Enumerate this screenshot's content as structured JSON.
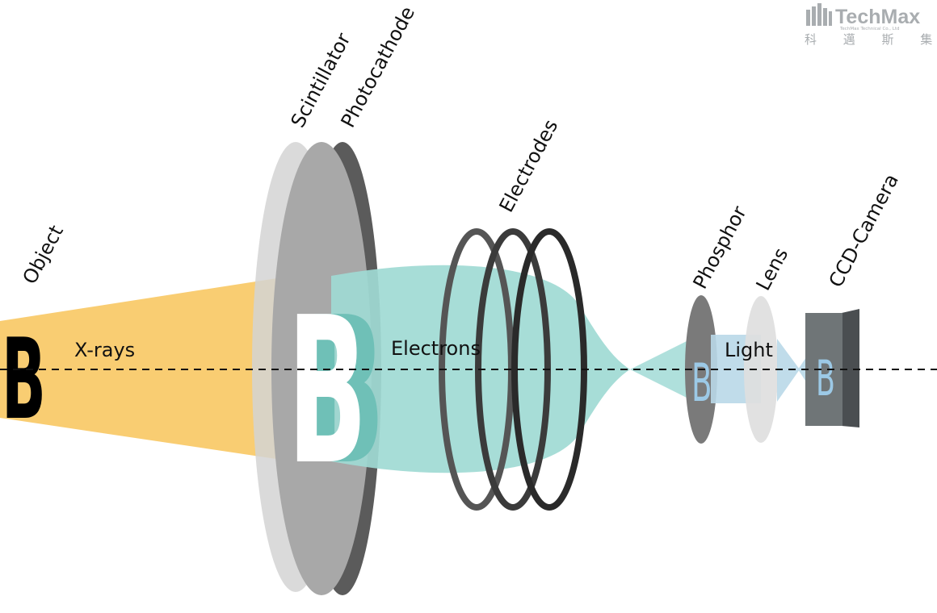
{
  "labels": {
    "object": "Object",
    "scintillator": "Scintillator",
    "photocathode": "Photocathode",
    "electrodes": "Electrodes",
    "phosphor": "Phosphor",
    "lens": "Lens",
    "ccd_camera": "CCD-Camera",
    "xrays": "X-rays",
    "electrons": "Electrons",
    "light": "Light"
  },
  "letter": "B",
  "logo": {
    "name": "TechMax",
    "subtitle": "TechMax Technical Co., Ltd",
    "cjk": "科 邁 斯 集 團"
  },
  "colors": {
    "xray_beam": "#f9c966",
    "electron_beam": "#a6ddd8",
    "light_beam": "#b9d8e8",
    "scintillator": "#d6d6d6",
    "photocathode": "#5e5e5e",
    "electrode_ring": "#2f2f2f",
    "phosphor": "#7a7a7a",
    "lens": "#dcdcdc",
    "ccd_camera": "#6f7577",
    "axis": "#111111"
  }
}
